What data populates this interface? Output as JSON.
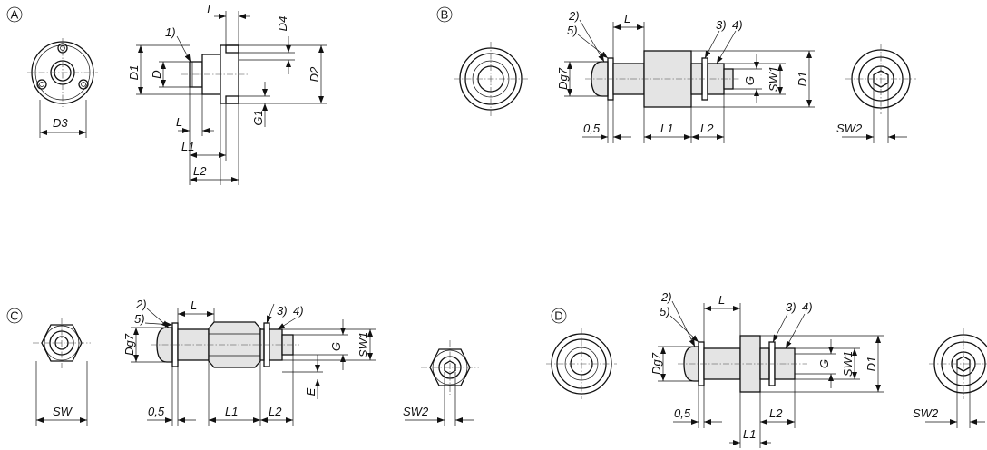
{
  "views": {
    "A": {
      "marker": "A",
      "labels": {
        "ref1": "1)",
        "D1": "D1",
        "D": "D",
        "D2": "D2",
        "D3": "D3",
        "D4": "D4",
        "T": "T",
        "G1": "G1",
        "L": "L",
        "L1": "L1",
        "L2": "L2"
      }
    },
    "B": {
      "marker": "B",
      "labels": {
        "ref2": "2)",
        "ref5": "5)",
        "ref3": "3)",
        "ref4": "4)",
        "L": "L",
        "Dg7": "Dg7",
        "G": "G",
        "SW1": "SW1",
        "D1": "D1",
        "d05": "0,5",
        "L1": "L1",
        "L2": "L2",
        "SW2": "SW2"
      }
    },
    "C": {
      "marker": "C",
      "labels": {
        "ref2": "2)",
        "ref5": "5)",
        "ref3": "3)",
        "ref4": "4)",
        "L": "L",
        "Dg7": "Dg7",
        "G": "G",
        "SW1": "SW1",
        "E": "E",
        "SW": "SW",
        "d05": "0,5",
        "L1": "L1",
        "L2": "L2",
        "SW2": "SW2"
      }
    },
    "D": {
      "marker": "D",
      "labels": {
        "ref2": "2)",
        "ref5": "5)",
        "ref3": "3)",
        "ref4": "4)",
        "L": "L",
        "Dg7": "Dg7",
        "G": "G",
        "SW1": "SW1",
        "D1": "D1",
        "d05": "0,5",
        "L1": "L1",
        "L2": "L2",
        "SW2": "SW2"
      }
    }
  }
}
